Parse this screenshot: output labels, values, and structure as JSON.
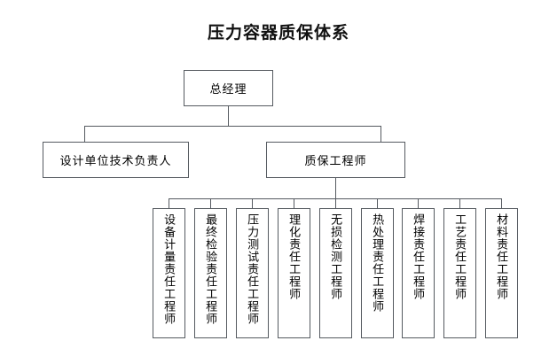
{
  "diagram": {
    "title": "压力容器质保体系",
    "type": "organization-chart",
    "root": {
      "label": "总经理"
    },
    "level2": [
      {
        "label": "设计单位技术负责人"
      },
      {
        "label": "质保工程师"
      }
    ],
    "level3": [
      {
        "label": "设备计量责任工程师"
      },
      {
        "label": "最终检验责任工程师"
      },
      {
        "label": "压力测试责任工程师"
      },
      {
        "label": "理化责任工程师"
      },
      {
        "label": "无损检测工程师"
      },
      {
        "label": "热处理责任工程师"
      },
      {
        "label": "焊接责任工程师"
      },
      {
        "label": "工艺责任工程师"
      },
      {
        "label": "材料责任工程师"
      }
    ],
    "colors": {
      "background": "#ffffff",
      "box_border": "#555a60",
      "box_fill": "#ffffff",
      "text": "#000000",
      "connector": "#555a60"
    }
  }
}
